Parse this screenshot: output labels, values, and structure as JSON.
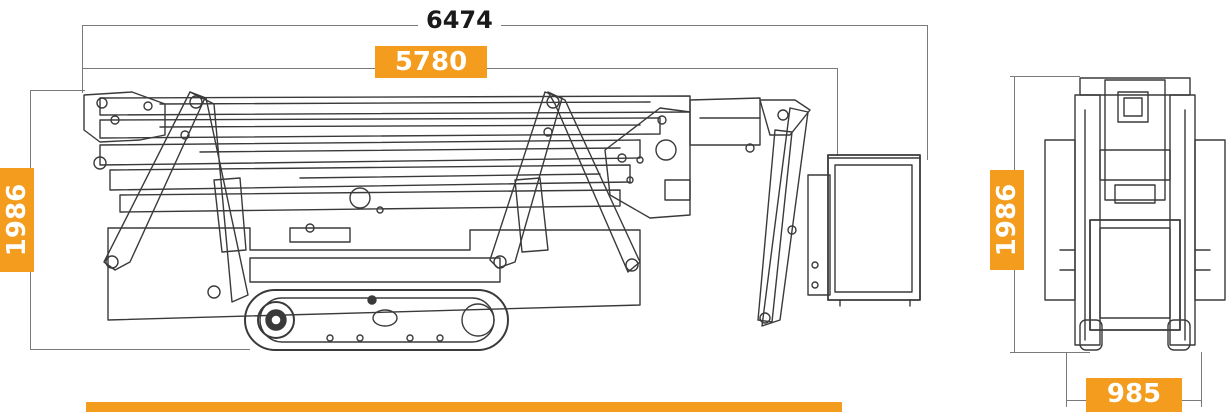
{
  "dimensions": {
    "overall_length": "6474",
    "stowed_length": "5780",
    "side_height": "1986",
    "front_height": "1986",
    "width": "985"
  },
  "colors": {
    "accent": "#f39c1e",
    "line": "#3a3a3a",
    "dim": "#7a7a7a"
  }
}
